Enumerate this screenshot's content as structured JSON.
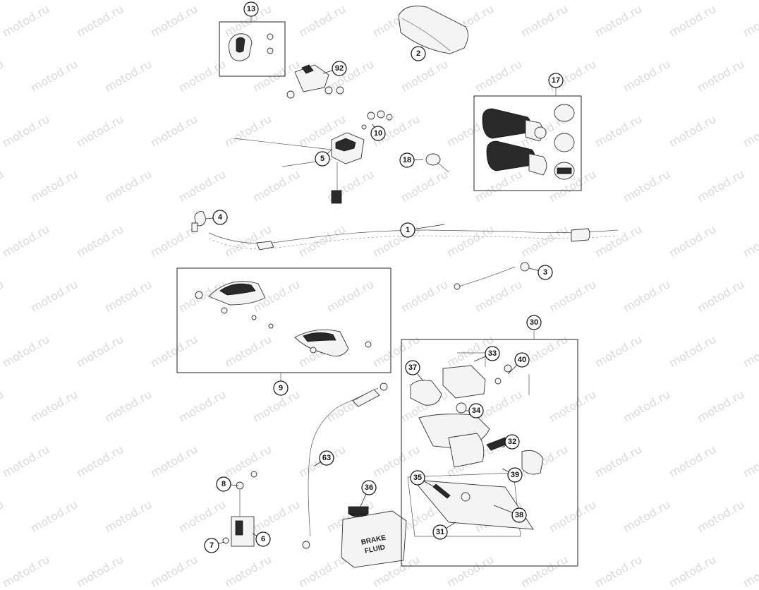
{
  "watermark": {
    "text": "motod.ru"
  },
  "callouts": [
    {
      "id": "c13",
      "label": "13"
    },
    {
      "id": "c2",
      "label": "2"
    },
    {
      "id": "c92",
      "label": "92"
    },
    {
      "id": "c17",
      "label": "17"
    },
    {
      "id": "c10",
      "label": "10"
    },
    {
      "id": "c5",
      "label": "5"
    },
    {
      "id": "c18",
      "label": "18"
    },
    {
      "id": "c4",
      "label": "4"
    },
    {
      "id": "c1",
      "label": "1"
    },
    {
      "id": "c3",
      "label": "3"
    },
    {
      "id": "c9",
      "label": "9"
    },
    {
      "id": "c30",
      "label": "30"
    },
    {
      "id": "c33",
      "label": "33"
    },
    {
      "id": "c37",
      "label": "37"
    },
    {
      "id": "c40",
      "label": "40"
    },
    {
      "id": "c34",
      "label": "34"
    },
    {
      "id": "c63",
      "label": "63"
    },
    {
      "id": "c32",
      "label": "32"
    },
    {
      "id": "c8",
      "label": "8"
    },
    {
      "id": "c35",
      "label": "35"
    },
    {
      "id": "c39",
      "label": "39"
    },
    {
      "id": "c36",
      "label": "36"
    },
    {
      "id": "c38",
      "label": "38"
    },
    {
      "id": "c31",
      "label": "31"
    },
    {
      "id": "c6",
      "label": "6"
    },
    {
      "id": "c7",
      "label": "7"
    }
  ],
  "brake_fluid_label": {
    "line1": "BRAKE",
    "line2": "FLUID"
  }
}
